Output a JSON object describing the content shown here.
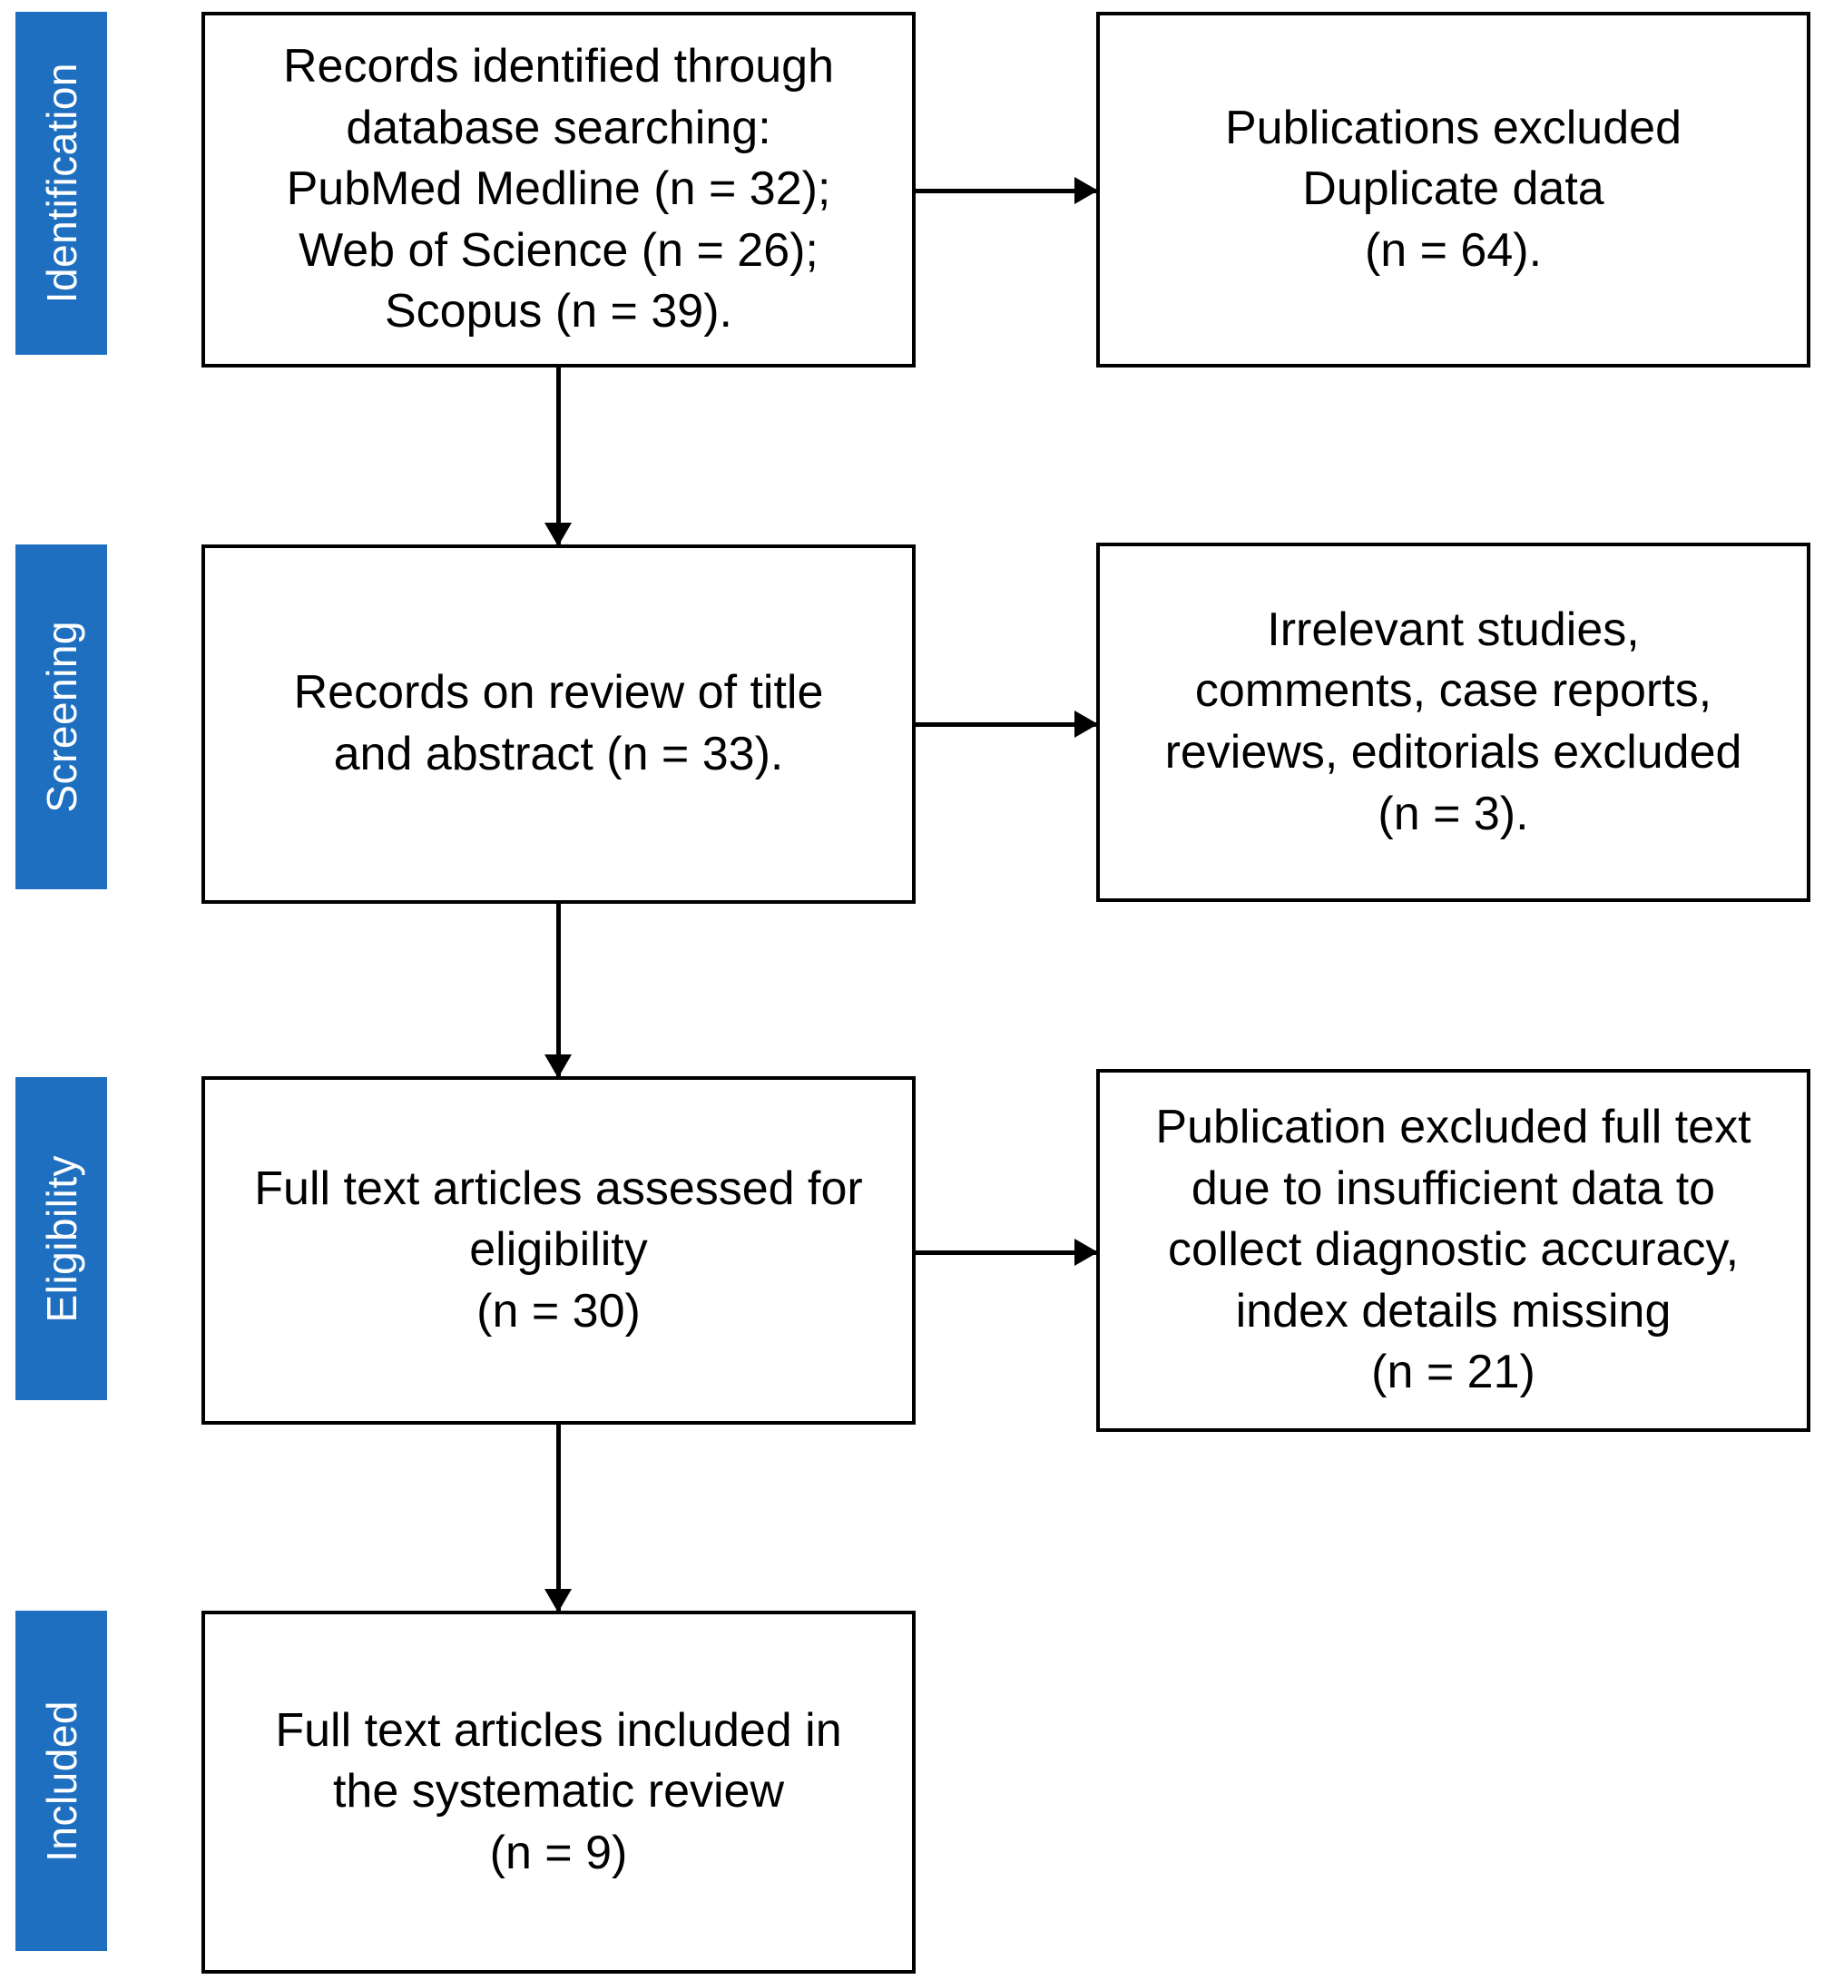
{
  "diagram": {
    "type": "prisma-flow-diagram",
    "accent_color": "#1F6FC0",
    "box_border_color": "#000000",
    "background_color": "#FFFFFF",
    "stages": [
      {
        "id": "identification",
        "label": "Identification",
        "main_box": "Records identified through\ndatabase searching:\nPubMed Medline (n = 32);\nWeb of Science (n = 26);\nScopus (n = 39).",
        "exclusion_box": "Publications excluded\nDuplicate data\n(n = 64)."
      },
      {
        "id": "screening",
        "label": "Screening",
        "main_box": "Records on review of title\nand abstract (n = 33).",
        "exclusion_box": "Irrelevant studies,\ncomments, case reports,\nreviews, editorials excluded\n(n = 3)."
      },
      {
        "id": "eligibility",
        "label": "Eligibility",
        "main_box": "Full text articles assessed for\neligibility\n(n = 30)",
        "exclusion_box": "Publication excluded full text\ndue to insufficient data to\ncollect diagnostic accuracy,\nindex details missing\n(n = 21)"
      },
      {
        "id": "included",
        "label": "Included",
        "main_box": "Full text articles included in\nthe systematic review\n(n = 9)",
        "exclusion_box": null
      }
    ],
    "counts": {
      "pubmed_medline": 32,
      "web_of_science": 26,
      "scopus": 39,
      "duplicates_excluded": 64,
      "records_title_abstract": 33,
      "irrelevant_excluded": 3,
      "full_text_assessed": 30,
      "full_text_excluded": 21,
      "included_in_review": 9
    },
    "arrows": {
      "identification_to_screening": "down-arrow",
      "identification_to_exclusion": "right-arrow",
      "screening_to_eligibility": "down-arrow",
      "screening_to_exclusion": "right-arrow",
      "eligibility_to_included": "down-arrow",
      "eligibility_to_exclusion": "right-arrow"
    }
  }
}
